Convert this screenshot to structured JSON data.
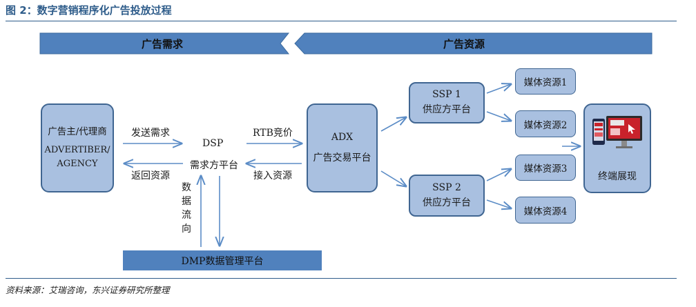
{
  "figure": {
    "title": "图 2：数字营销程序化广告投放过程",
    "source": "资料来源：艾瑞咨询，东兴证券研究所整理"
  },
  "banners": {
    "left": "广告需求",
    "right": "广告资源"
  },
  "nodes": {
    "advertiser": {
      "line1": "广告主/代理商",
      "line2": "ADVERTIBER/",
      "line3": "AGENCY"
    },
    "dsp": {
      "line1": "DSP",
      "line2": "需求方平台"
    },
    "adx": {
      "line1": "ADX",
      "line2": "广告交易平台"
    },
    "ssp1": {
      "line1": "SSP 1",
      "line2": "供应方平台"
    },
    "ssp2": {
      "line1": "SSP 2",
      "line2": "供应方平台"
    },
    "media": [
      "媒体资源1",
      "媒体资源2",
      "媒体资源3",
      "媒体资源4"
    ],
    "terminal": {
      "label": "终端展现"
    },
    "dmp": {
      "label": "DMP数据管理平台"
    }
  },
  "edges": {
    "send_demand": "发送需求",
    "return_resource": "返回资源",
    "rtb": "RTB竞价",
    "access_resource": "接入资源",
    "data_flow": "数据流向"
  },
  "colors": {
    "banner_fill": "#5081bd",
    "node_fill": "#a9c0e0",
    "node_border": "#3f6591",
    "arrow": "#5b8cc6",
    "accent": "#2e5c8a"
  }
}
